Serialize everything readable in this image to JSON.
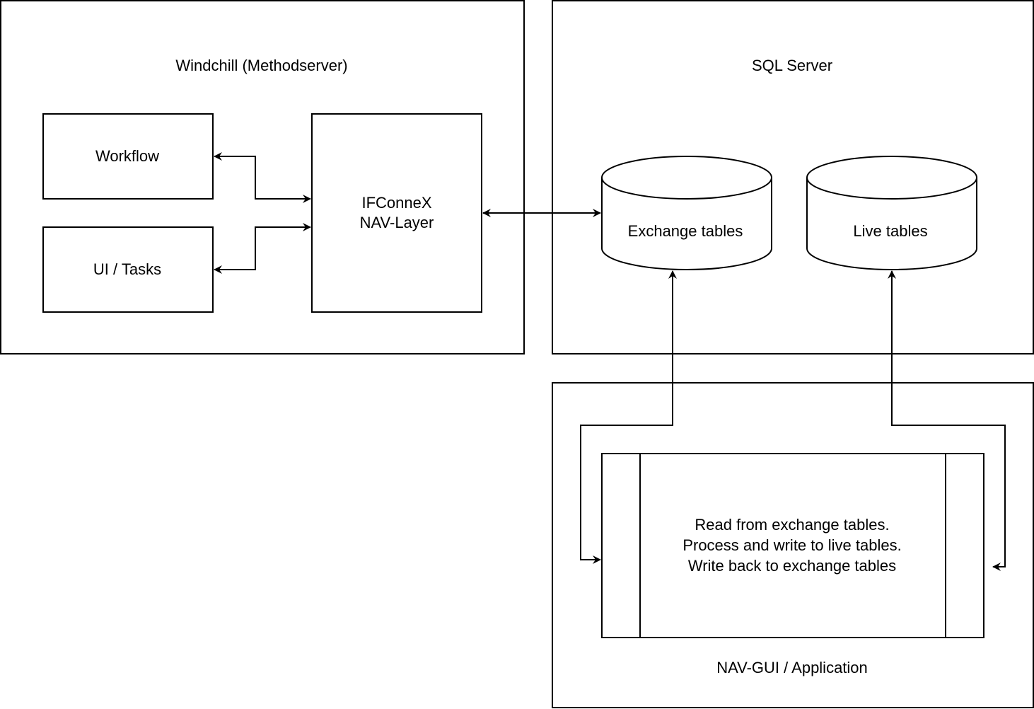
{
  "containers": {
    "windchill": {
      "title": "Windchill (Methodserver)"
    },
    "sql_server": {
      "title": "SQL Server"
    },
    "nav_gui": {
      "title": "NAV-GUI / Application"
    }
  },
  "nodes": {
    "workflow": {
      "label": "Workflow"
    },
    "ui_tasks": {
      "label": "UI / Tasks"
    },
    "ifconnex": {
      "lines": [
        "IFConneX",
        "NAV-Layer"
      ]
    },
    "exchange_tables": {
      "label": "Exchange tables"
    },
    "live_tables": {
      "label": "Live tables"
    },
    "process": {
      "lines": [
        "Read from exchange tables.",
        "Process and write to live tables.",
        "Write back to exchange tables"
      ]
    }
  },
  "colors": {
    "stroke": "#000000",
    "background": "#ffffff"
  }
}
